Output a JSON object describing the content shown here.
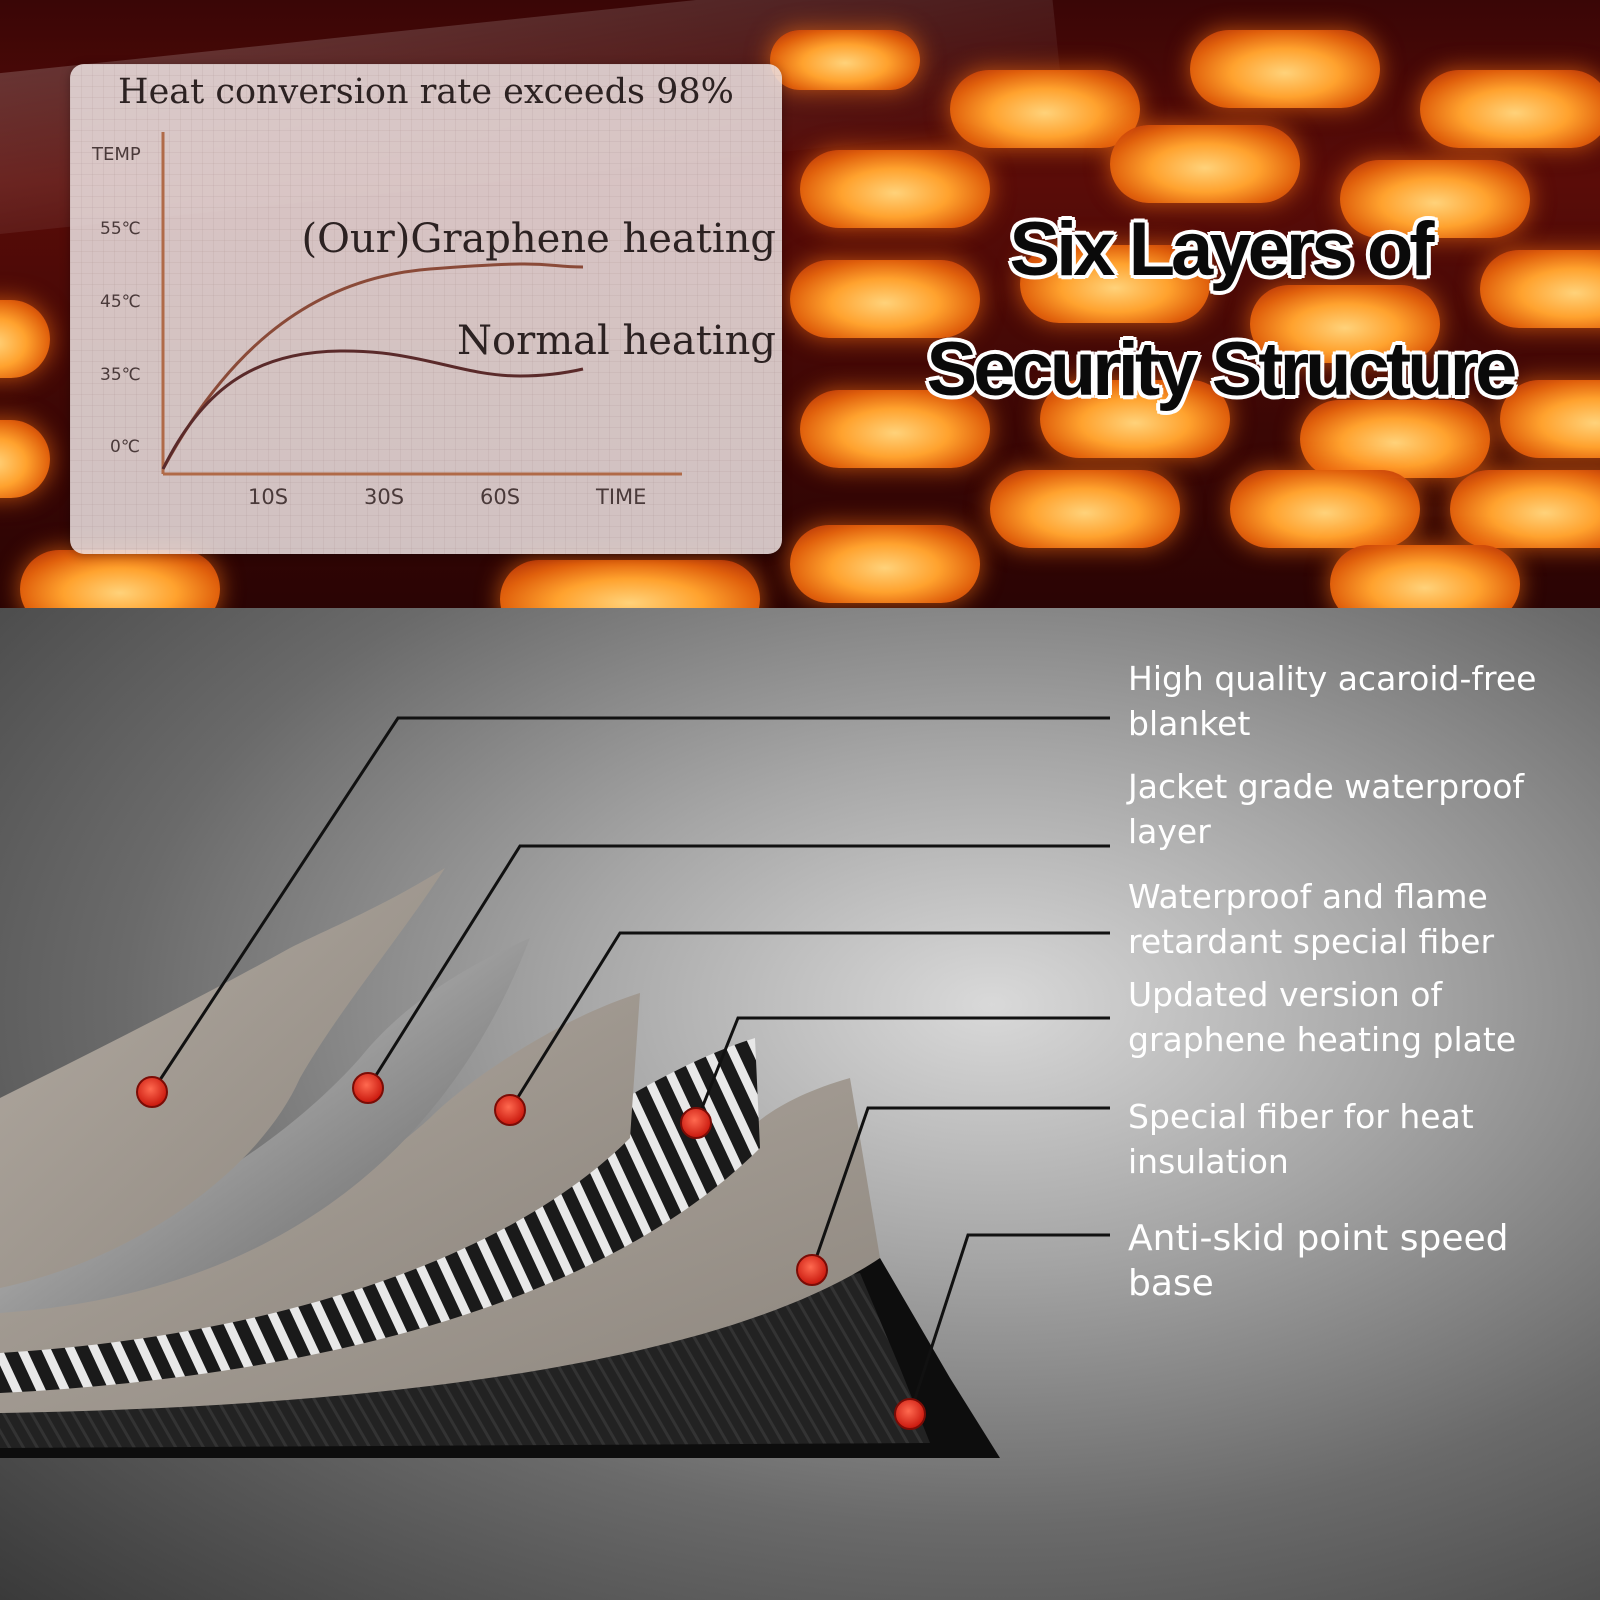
{
  "chart": {
    "title": "Heat conversion rate exceeds 98%",
    "y_axis_label": "TEMP",
    "x_axis_label": "TIME",
    "y_ticks": [
      "55℃",
      "45℃",
      "35℃",
      "0℃"
    ],
    "x_ticks": [
      "10S",
      "30S",
      "60S"
    ],
    "series": [
      {
        "name": "(Our)Graphene heating",
        "color": "#8a4a38"
      },
      {
        "name": "Normal heating",
        "color": "#5a2a2a"
      }
    ]
  },
  "headline": {
    "line1": "Six Layers of",
    "line2": "Security Structure"
  },
  "layers": [
    {
      "label_line1": "High quality acaroid-free",
      "label_line2": "blanket"
    },
    {
      "label_line1": "Jacket grade waterproof",
      "label_line2": "layer"
    },
    {
      "label_line1": "Waterproof and flame",
      "label_line2": "retardant special fiber"
    },
    {
      "label_line1": "Updated version of",
      "label_line2": "graphene heating plate"
    },
    {
      "label_line1": "Special fiber for heat",
      "label_line2": "insulation"
    },
    {
      "label_line1": "Anti-skid point speed",
      "label_line2": "base"
    }
  ],
  "colors": {
    "marker": "#e8261c",
    "chart_axis": "#b06a48"
  }
}
